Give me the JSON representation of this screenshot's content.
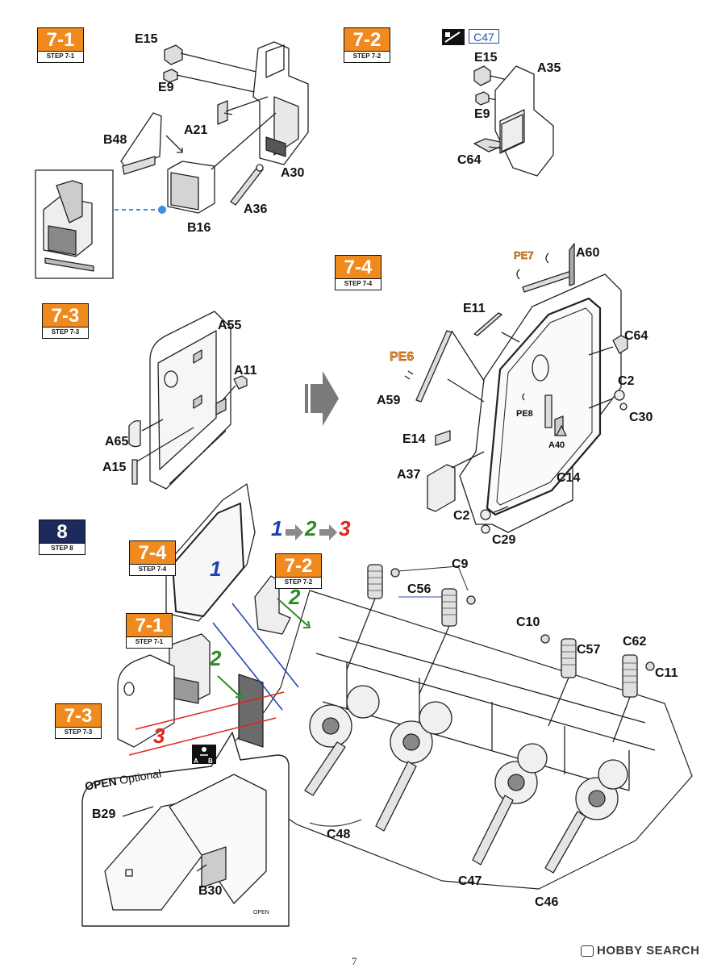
{
  "steps": {
    "s7_1": {
      "num": "7-1",
      "sub": "STEP 7-1"
    },
    "s7_2": {
      "num": "7-2",
      "sub": "STEP 7-2"
    },
    "s7_3": {
      "num": "7-3",
      "sub": "STEP 7-3"
    },
    "s7_4": {
      "num": "7-4",
      "sub": "STEP 7-4"
    },
    "s8": {
      "num": "8",
      "sub": "STEP 8"
    }
  },
  "callout_c47": "C47",
  "parts": {
    "E15_a": "E15",
    "E9_a": "E9",
    "A21": "A21",
    "B48": "B48",
    "A30": "A30",
    "B16": "B16",
    "A36": "A36",
    "E15_b": "E15",
    "A35": "A35",
    "E9_b": "E9",
    "C64_a": "C64",
    "A55": "A55",
    "A11": "A11",
    "A65": "A65",
    "A15": "A15",
    "PE7": "PE7",
    "A60": "A60",
    "E11": "E11",
    "C64_b": "C64",
    "PE6": "PE6",
    "C2_a": "C2",
    "A59": "A59",
    "C30": "C30",
    "PE8": "PE8",
    "A40": "A40",
    "E14": "E14",
    "A37": "A37",
    "C14": "C14",
    "C2_b": "C2",
    "C29": "C29",
    "C9": "C9",
    "C56": "C56",
    "C10": "C10",
    "C62": "C62",
    "C57": "C57",
    "C11": "C11",
    "C48": "C48",
    "C47": "C47",
    "C46": "C46",
    "B29": "B29",
    "B30": "B30"
  },
  "sequence": {
    "one": "1",
    "two": "2",
    "three": "3"
  },
  "open_optional": {
    "open": "OPEN",
    "optional": "Optional",
    "small": "OPEN"
  },
  "ab_icon": {
    "a": "A",
    "b": "B"
  },
  "page_number": "7",
  "watermark": "HOBBY SEARCH",
  "colors": {
    "orange": "#f08a1e",
    "navy": "#1c2a5c",
    "blue": "#1d3fb5",
    "green": "#2e8a26",
    "red": "#e0251c",
    "dashed_blue": "#3a8fe0"
  }
}
